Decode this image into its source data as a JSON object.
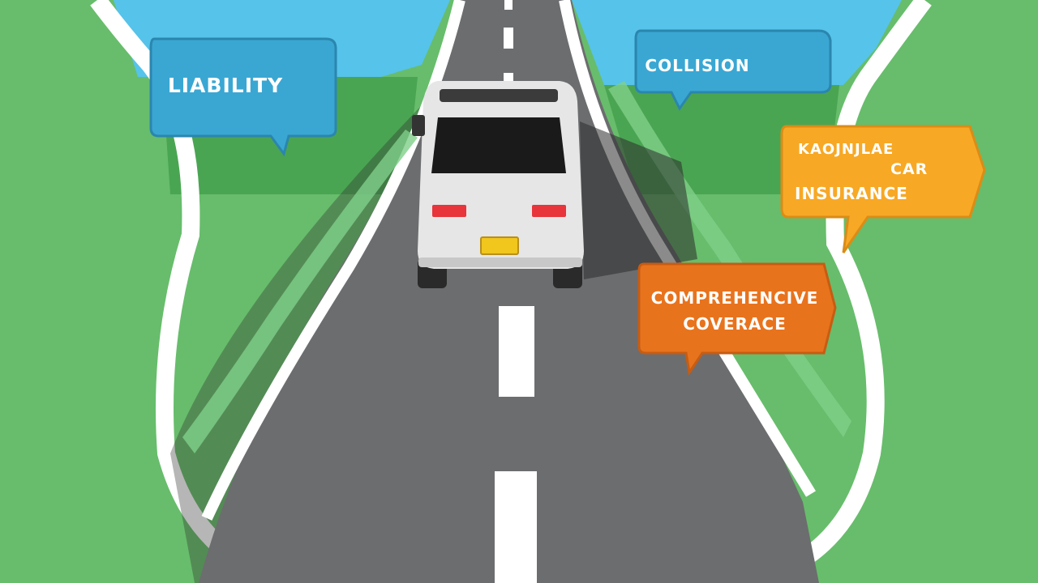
{
  "colors": {
    "grass": "#67bd6b",
    "grass_dark": "#3f9a48",
    "sky": "#56c3ea",
    "road": "#6c6d6f",
    "road_edge": "#ffffff",
    "van_body": "#e6e6e6",
    "blue_bubble": "#3aa7d3",
    "yellow_bubble": "#f7a825",
    "orange_bubble": "#e8731d"
  },
  "labels": {
    "liability": "LIABILITY",
    "collision": "COLLISION",
    "car_insurance": {
      "line1": "KAOJNJLAE",
      "line2": "CAR",
      "line3": "INSURANCE"
    },
    "comprehensive": {
      "line1": "COMPREHENCIVE",
      "line2": "COVERACE"
    }
  },
  "icons": {
    "vehicle": "van-rear-icon",
    "shield": "shield-outline-icon"
  }
}
